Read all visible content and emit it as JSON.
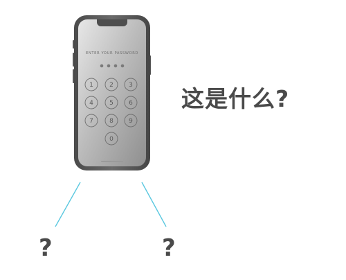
{
  "phone": {
    "lock_prompt": "ENTER YOUR PASSWORD",
    "passcode_dots": 4,
    "keypad": {
      "rows": [
        [
          "1",
          "2",
          "3"
        ],
        [
          "4",
          "5",
          "6"
        ],
        [
          "7",
          "8",
          "9"
        ],
        [
          "0"
        ]
      ]
    }
  },
  "question_text": "这是什么?",
  "left_mark": "?",
  "right_mark": "?",
  "colors": {
    "connector_line": "#5bc8e0",
    "text": "#4a4a4a",
    "phone_frame": "#555555"
  }
}
